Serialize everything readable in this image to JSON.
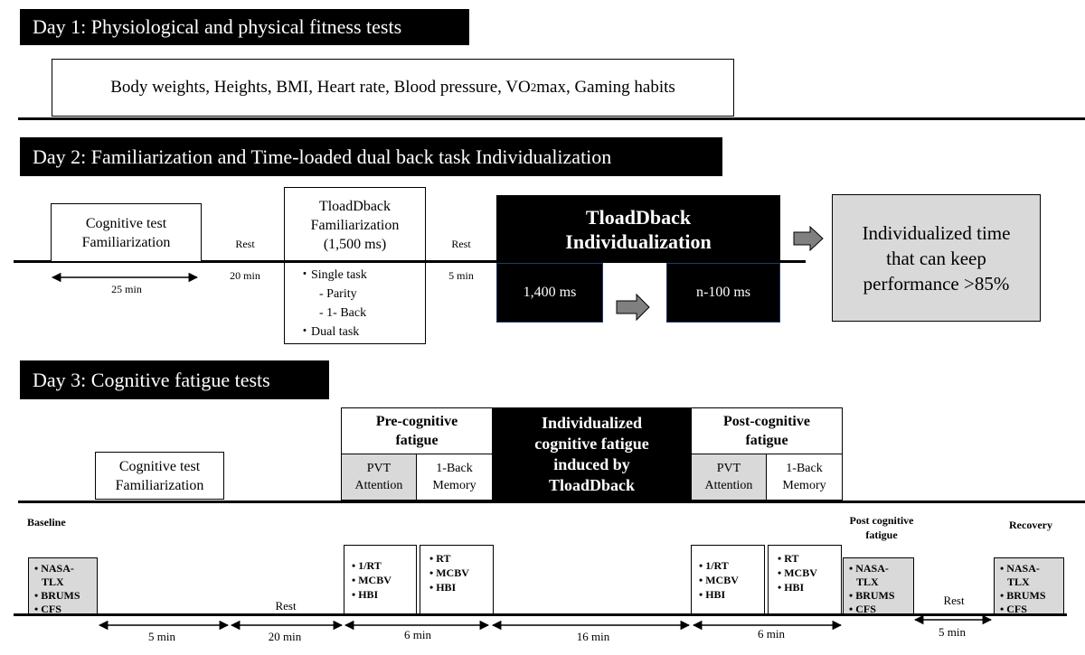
{
  "day1": {
    "header": "Day 1: Physiological and physical fitness tests",
    "measures_pre": "Body weights, Heights, BMI, Heart rate, Blood pressure, VO",
    "measures_sub": "2",
    "measures_post": "max, Gaming habits"
  },
  "day2": {
    "header": "Day 2: Familiarization and Time-loaded dual back task Individualization",
    "cog_familiarization": [
      "Cognitive test",
      "Familiarization"
    ],
    "tload_familiarization": [
      "TloadDback",
      "Familiarization",
      "(1,500 ms)"
    ],
    "rest_label_1": "Rest",
    "rest_label_2": "Rest",
    "dur_25": "25 min",
    "dur_20": "20 min",
    "dur_5": "5 min",
    "tasks": [
      "・Single task",
      "- Parity",
      "- 1- Back",
      "・Dual task"
    ],
    "individualization": [
      "TloadDback",
      "Individualization"
    ],
    "start_ms": "1,400 ms",
    "step_ms": "n-100 ms",
    "result": [
      "Individualized time",
      "that can keep",
      "performance >85%"
    ]
  },
  "day3": {
    "header": "Day 3: Cognitive fatigue tests",
    "cog_familiarization": [
      "Cognitive test",
      "Familiarization"
    ],
    "pre_fatigue": [
      "Pre-cognitive",
      "fatigue"
    ],
    "post_fatigue": [
      "Post-cognitive",
      "fatigue"
    ],
    "pvt": [
      "PVT",
      "Attention"
    ],
    "oneback": [
      "1-Back",
      "Memory"
    ],
    "induced": [
      "Individualized",
      "cognitive fatigue",
      "induced by",
      "TloadDback"
    ],
    "baseline_label": "Baseline",
    "post_cog_label": [
      "Post cognitive",
      "fatigue"
    ],
    "recovery_label": "Recovery",
    "questionnaires": [
      "• NASA-",
      "TLX",
      "• BRUMS",
      "• CFS"
    ],
    "physio_a": [
      "•  1/RT",
      "•  MCBV",
      "•  HBI"
    ],
    "physio_b": [
      "•  RT",
      "•  MCBV",
      "•  HBI"
    ],
    "rest_label_1": "Rest",
    "rest_label_2": "Rest",
    "durations": [
      "5 min",
      "20 min",
      "6 min",
      "16 min",
      "6 min",
      "5 min"
    ]
  }
}
